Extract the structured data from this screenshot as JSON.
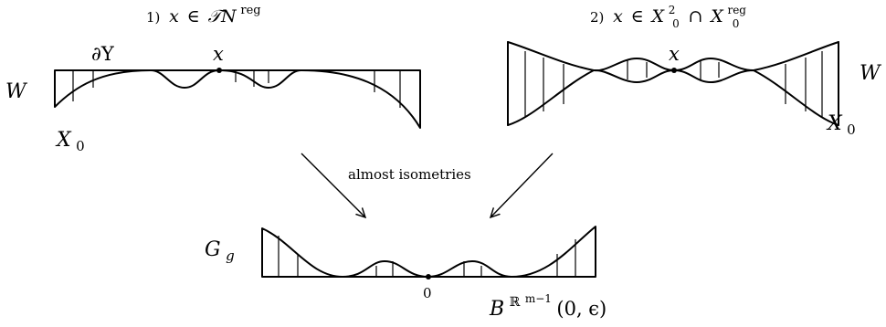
{
  "panel1": {
    "heading_num": "1)",
    "heading_x": "x",
    "heading_in": "∈",
    "heading_set": "𝒯N",
    "heading_sup": "reg",
    "label_boundary": "∂Y",
    "label_point": "x",
    "label_W": "W",
    "label_X": "X",
    "label_X_sub": "0"
  },
  "panel2": {
    "heading_num": "2)",
    "heading_x": "x",
    "heading_in": "∈",
    "heading_X1": "X",
    "heading_X1_sub": "0",
    "heading_X1_sup": "2",
    "heading_cap": "∩",
    "heading_X2": "X",
    "heading_X2_sub": "0",
    "heading_X2_sup": "reg",
    "label_point": "x",
    "label_W": "W",
    "label_X": "X",
    "label_X_sub": "0"
  },
  "arrows": {
    "label": "almost isometries"
  },
  "panel3": {
    "label_G": "G",
    "label_G_sub": "g",
    "label_zero": "0",
    "label_B": "B",
    "label_B_sup": "ℝ",
    "label_B_sup_exp": "m−1",
    "label_B_args": "(0, ϵ)"
  }
}
